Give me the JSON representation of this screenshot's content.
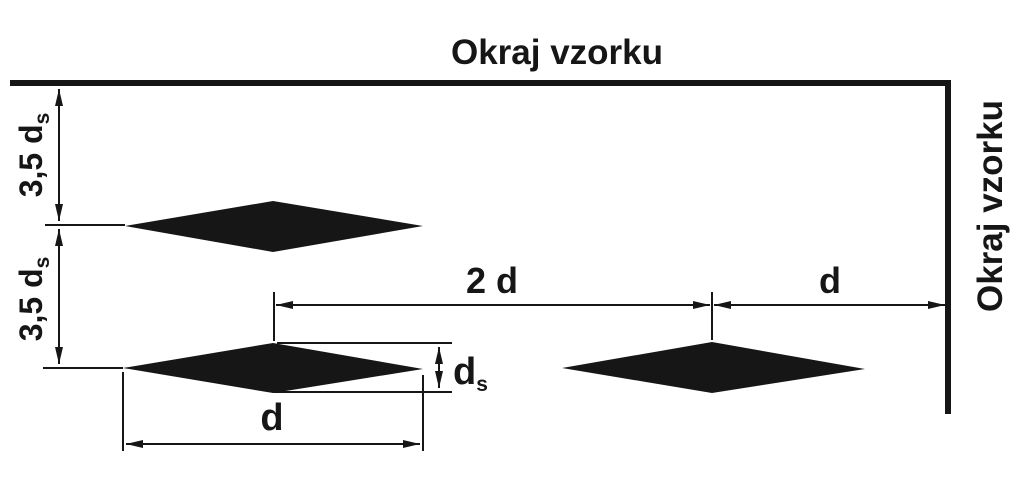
{
  "diagram": {
    "edges": {
      "top_label": "Okraj vzorku",
      "right_label": "Okraj vzorku"
    },
    "dimensions": {
      "edge_offset_1": {
        "value": "3,5 d",
        "sub": "s"
      },
      "edge_offset_2": {
        "value": "3,5 d",
        "sub": "s"
      },
      "center_spacing": {
        "value": "2 d"
      },
      "edge_spacing": {
        "value": "d"
      },
      "short_diagonal": {
        "value": "d",
        "sub": "s"
      },
      "long_diagonal": {
        "value": "d"
      }
    },
    "colors": {
      "ink": "#161616",
      "background": "#ffffff"
    }
  }
}
